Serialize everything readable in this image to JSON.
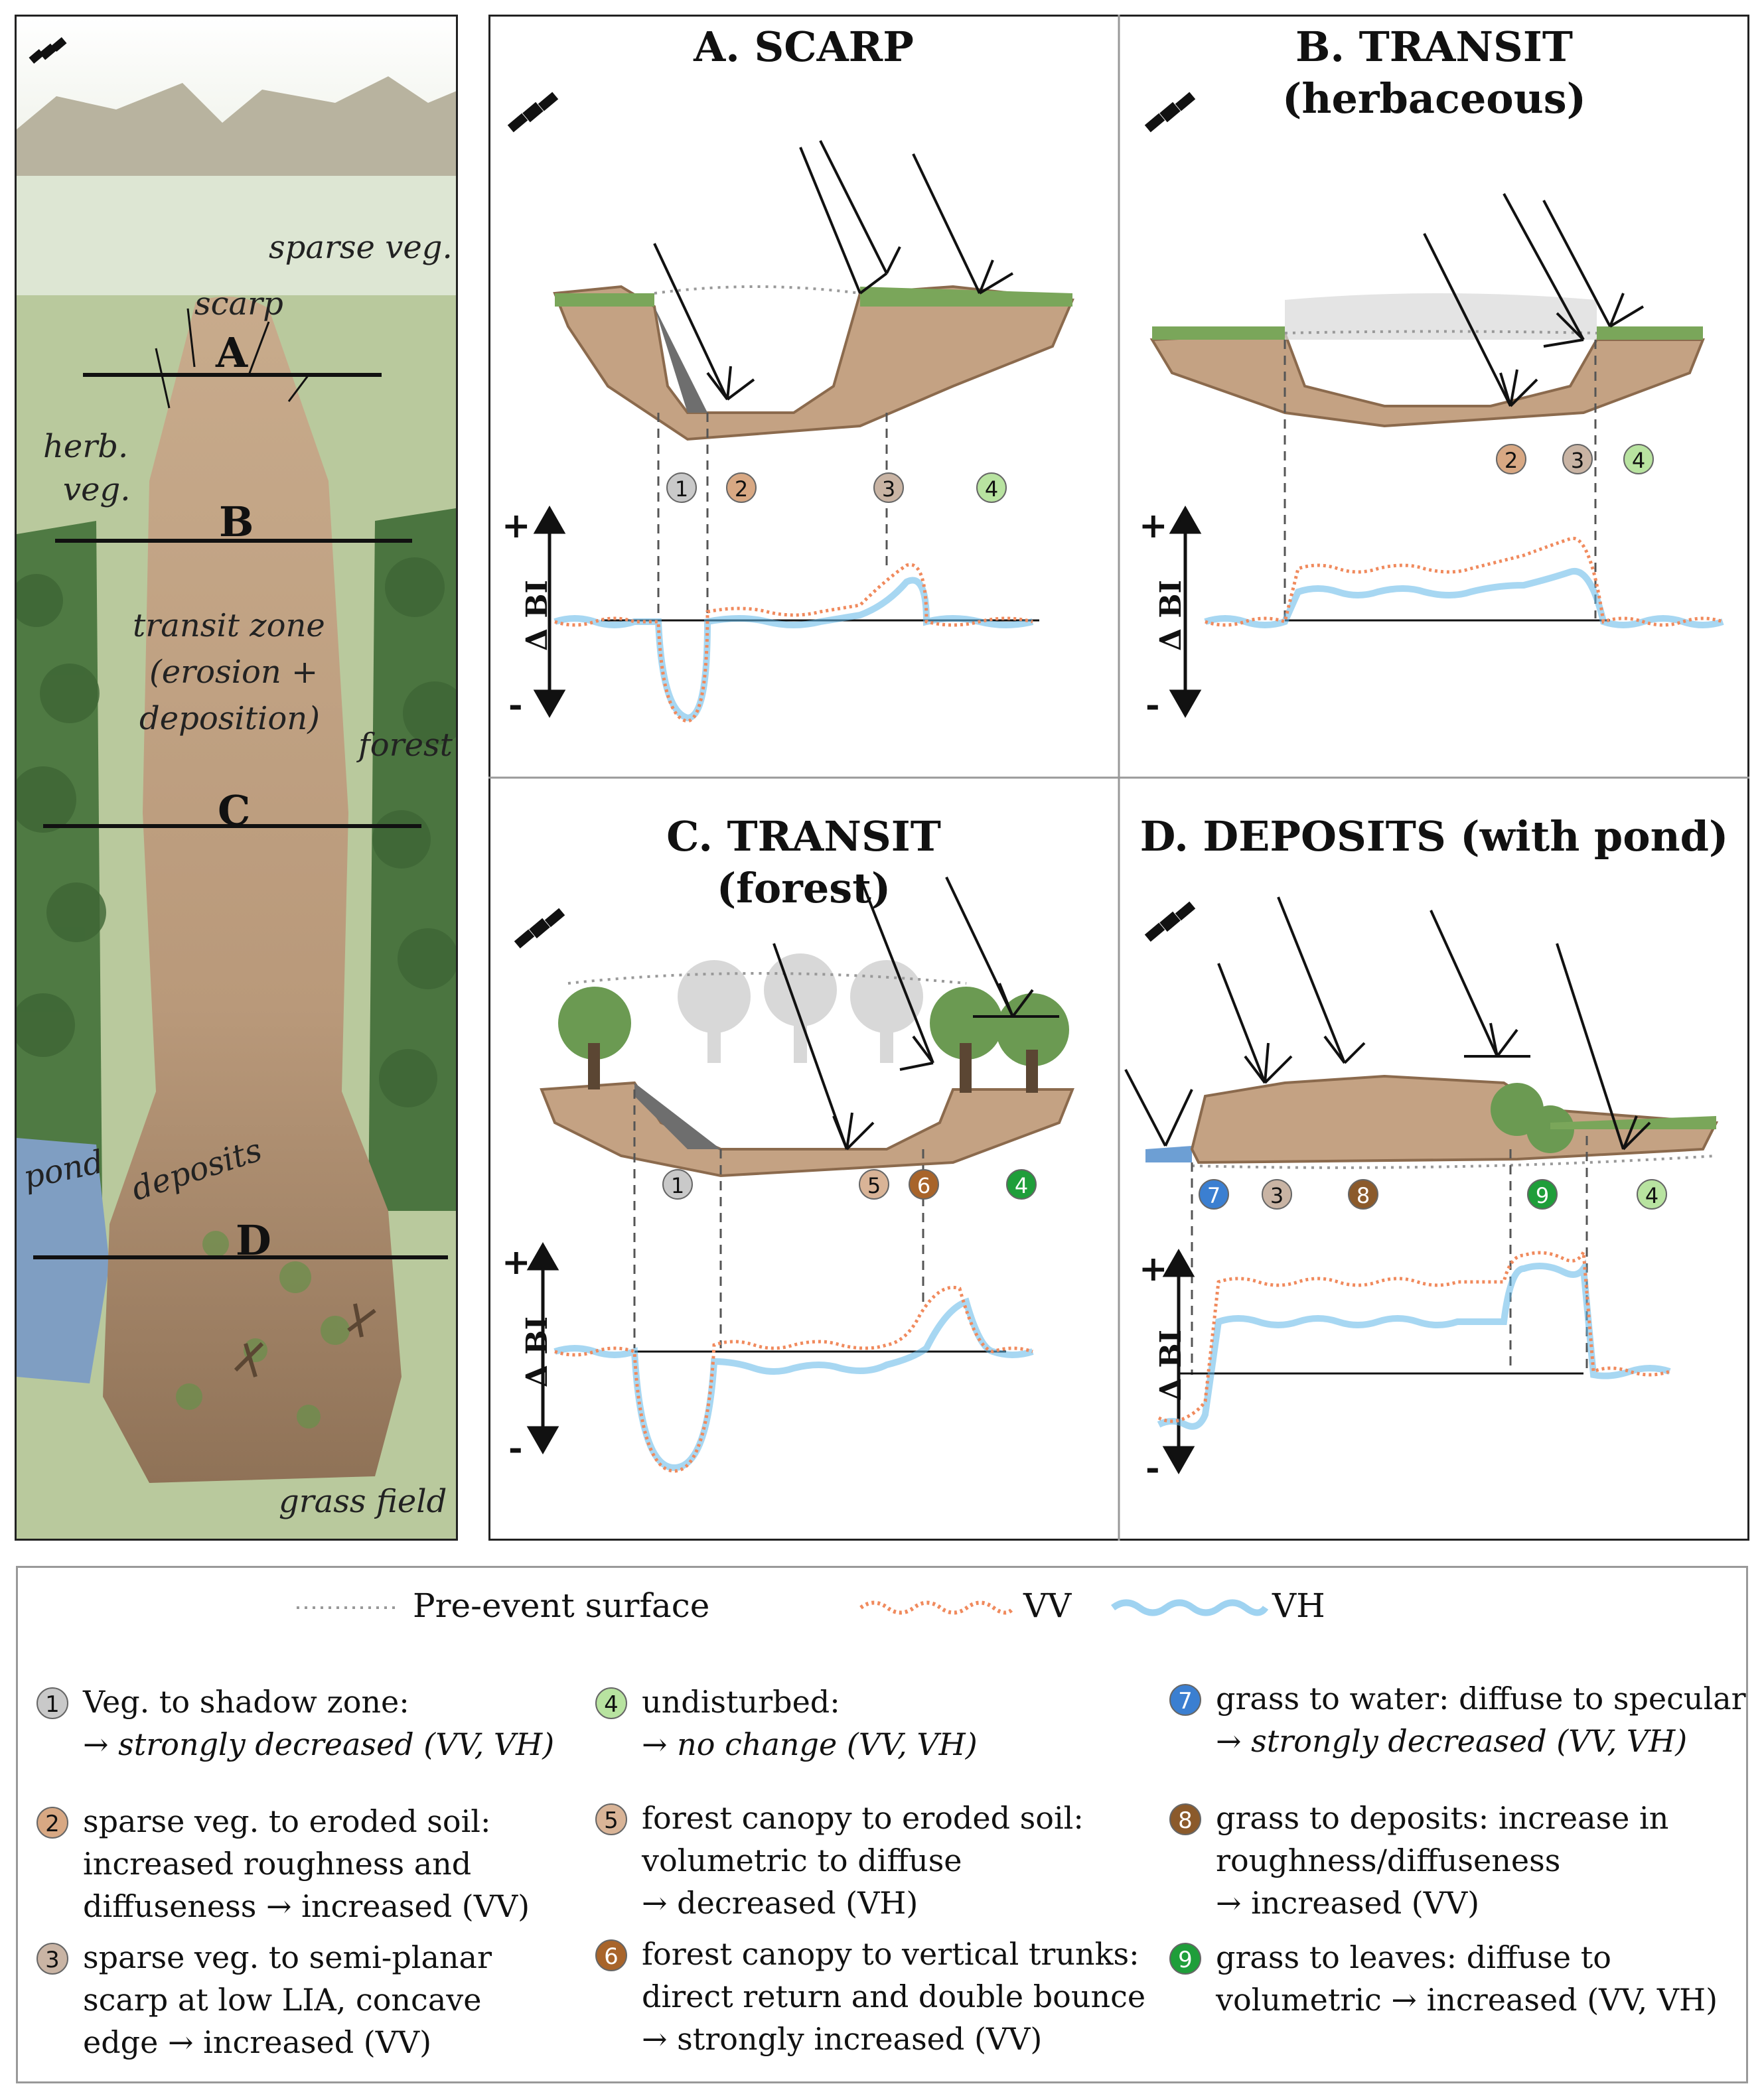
{
  "colors": {
    "vv": "#f08a5d",
    "vh": "#5fb6e8",
    "badge1": "#c9c9c9",
    "badge2": "#d8a883",
    "badge3": "#c9b4a4",
    "badge4": "#b8e3a0",
    "badge4dark": "#1f9e3a",
    "badge5": "#d9b497",
    "badge6": "#a8642a",
    "badge7": "#3b7fd1",
    "badge8": "#8b5a2b",
    "badge9": "#1f9e3a"
  },
  "map": {
    "labels": {
      "sparse": "sparse veg.",
      "scarp": "scarp",
      "herb1": "herb.",
      "herb2": "veg.",
      "transit1": "transit zone",
      "transit2": "(erosion +",
      "transit3": "deposition)",
      "forest": "forest",
      "pond": "pond",
      "deposits": "deposits",
      "grass": "grass field"
    },
    "sections": [
      "A",
      "B",
      "C",
      "D"
    ]
  },
  "panels": {
    "a": {
      "title1": "A. SCARP",
      "title2": "",
      "badges": [
        "1",
        "2",
        "3",
        "4"
      ]
    },
    "b": {
      "title1": "B. TRANSIT",
      "title2": "(herbaceous)",
      "badges": [
        "2",
        "3",
        "4"
      ]
    },
    "c": {
      "title1": "C. TRANSIT",
      "title2": "(forest)",
      "badges": [
        "1",
        "5",
        "6",
        "4"
      ]
    },
    "d": {
      "title1": "D. DEPOSITS (with pond)",
      "title2": "",
      "badges": [
        "7",
        "3",
        "8",
        "9",
        "4"
      ]
    }
  },
  "axis": {
    "label": "Δ BI",
    "plus": "+",
    "minus": "-"
  },
  "legend": {
    "pre_event": "Pre-event surface",
    "vv": "VV",
    "vh": "VH",
    "items": [
      {
        "num": "1",
        "l1": "Veg. to shadow zone:",
        "l2": "→ strongly decreased (VV, VH)",
        "l3": ""
      },
      {
        "num": "2",
        "l1": "sparse veg. to eroded soil:",
        "l2": "increased roughness and",
        "l3": "diffuseness → increased (VV)"
      },
      {
        "num": "3",
        "l1": "sparse veg. to semi-planar",
        "l2": "scarp at low LIA, concave",
        "l3": "edge → increased (VV)"
      },
      {
        "num": "4",
        "l1": "undisturbed:",
        "l2": "→ no change (VV, VH)",
        "l3": ""
      },
      {
        "num": "5",
        "l1": "forest canopy to eroded soil:",
        "l2": "volumetric to diffuse",
        "l3": "→ decreased (VH)"
      },
      {
        "num": "6",
        "l1": "forest canopy to vertical trunks:",
        "l2": "direct return and double bounce",
        "l3": "→ strongly increased (VV)"
      },
      {
        "num": "7",
        "l1": "grass to water: diffuse to specular",
        "l2": "→ strongly decreased (VV, VH)",
        "l3": ""
      },
      {
        "num": "8",
        "l1": "grass to deposits: increase in",
        "l2": "roughness/diffuseness",
        "l3": "→ increased (VV)"
      },
      {
        "num": "9",
        "l1": "grass to leaves: diffuse to",
        "l2": "volumetric → increased (VV, VH)",
        "l3": ""
      }
    ]
  }
}
